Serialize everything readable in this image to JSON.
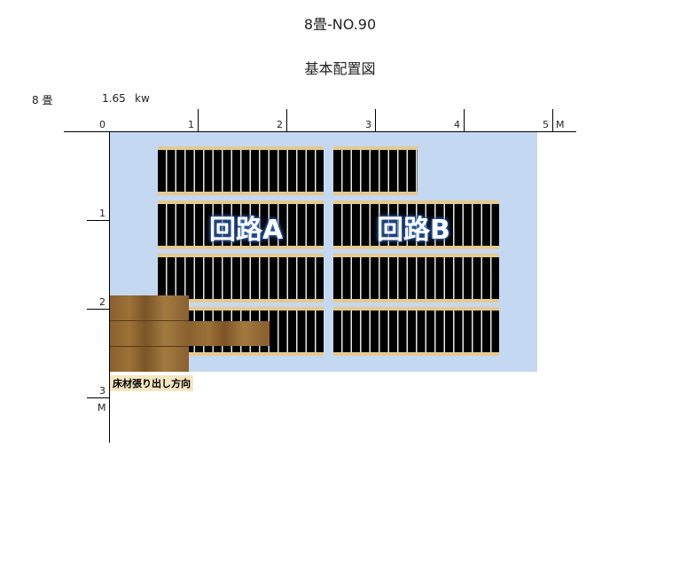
{
  "header": {
    "main_title": "8畳-NO.90",
    "subtitle": "基本配置図"
  },
  "info": {
    "room_size": "8 畳",
    "power": "1.65",
    "power_unit": "kw"
  },
  "axis": {
    "x_ticks": [
      "0",
      "1",
      "2",
      "3",
      "4",
      "5"
    ],
    "x_unit": "M",
    "y_ticks": [
      "1",
      "2",
      "3"
    ],
    "y_unit": "M"
  },
  "circuits": {
    "a_label": "回路A",
    "b_label": "回路B"
  },
  "floor": {
    "direction_label": "床材張り出し方向"
  }
}
